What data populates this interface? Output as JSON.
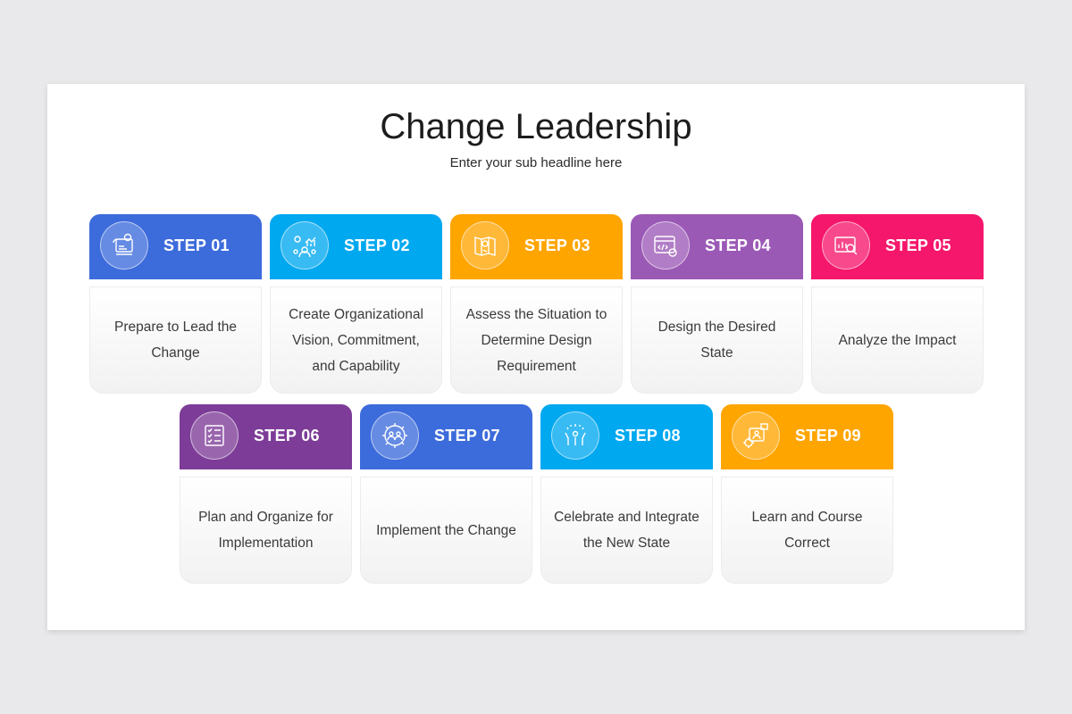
{
  "title": "Change Leadership",
  "subtitle": "Enter your sub headline here",
  "steps": [
    {
      "label": "STEP 01",
      "text": "Prepare to Lead the Change",
      "color": "#3c6bdb",
      "icon": "dashboard-gear-icon"
    },
    {
      "label": "STEP 02",
      "text": "Create Organizational Vision, Commitment, and Capability",
      "color": "#00a8f0",
      "icon": "team-growth-icon"
    },
    {
      "label": "STEP 03",
      "text": "Assess the Situation to Determine Design Requirement",
      "color": "#ffa500",
      "icon": "design-blueprint-icon"
    },
    {
      "label": "STEP 04",
      "text": "Design the Desired State",
      "color": "#9b59b6",
      "icon": "code-window-icon"
    },
    {
      "label": "STEP 05",
      "text": "Analyze the Impact",
      "color": "#f5176b",
      "icon": "analysis-chart-icon"
    },
    {
      "label": "STEP 06",
      "text": "Plan and Organize for Implementation",
      "color": "#7d3c98",
      "icon": "checklist-icon"
    },
    {
      "label": "STEP 07",
      "text": "Implement the Change",
      "color": "#3c6bdb",
      "icon": "team-gear-icon"
    },
    {
      "label": "STEP 08",
      "text": "Celebrate and Integrate the New State",
      "color": "#00a8f0",
      "icon": "celebration-icon"
    },
    {
      "label": "STEP 09",
      "text": "Learn and Course Correct",
      "color": "#ffa500",
      "icon": "learning-gear-icon"
    }
  ]
}
